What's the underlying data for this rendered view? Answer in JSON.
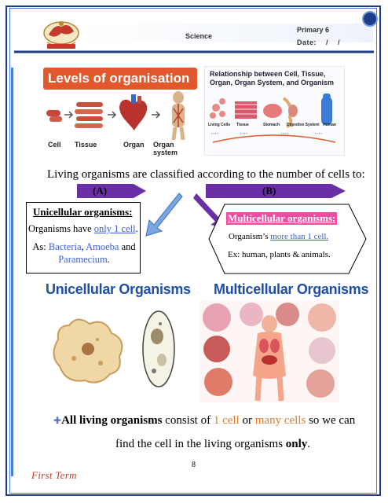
{
  "header": {
    "subject": "Science",
    "grade": "Primary 6",
    "date_label": "Date:",
    "date_sep1": "/",
    "date_sep2": "/"
  },
  "figure_left": {
    "title": "Levels of organisation",
    "labels": [
      "Cell",
      "Tissue",
      "Organ",
      "Organ system"
    ]
  },
  "figure_right": {
    "title": "Relationship between Cell, Tissue, Organ, Organ System, and Organism",
    "steps": [
      "Living Cells",
      "Tissue",
      "Stomach",
      "Digestive System",
      "Human"
    ]
  },
  "intro_text": "Living organisms are classified according to the number of cells to:",
  "arrows": {
    "a": "(A)",
    "b": "(B)"
  },
  "unicellular": {
    "title": "Unicellular organisms:",
    "line1_prefix": "Organisms have ",
    "line1_highlight": "only 1 cell",
    "line1_suffix": ".",
    "line2_prefix": "As: ",
    "ex1": "Bacteria",
    "sep": ", ",
    "ex2": "Amoeba",
    "and": " and",
    "ex3": "Paramecium",
    "end": "."
  },
  "multicellular": {
    "title": "Multicellular organisms:",
    "line1_prefix": "Organism’s ",
    "line1_highlight": "more than 1 cell.",
    "line2": "Ex: human, plants & animals."
  },
  "image_titles": {
    "uni": "Unicellular Organisms",
    "multi": "Multicellular Organisms"
  },
  "summary": {
    "bold_start": "All living organisms",
    "mid1": " consist of ",
    "red1": "1 cell",
    "mid2": " or ",
    "red2": "many cells",
    "mid3": " so we can",
    "line2_start": "find the cell in the living organisms ",
    "line2_bold": "only",
    "line2_end": "."
  },
  "page_number": "8",
  "footer": "First Term",
  "colors": {
    "border_blue": "#1f3c8a",
    "arrow_purple": "#6a2fa6",
    "highlight_pink": "#ea4ea3",
    "accent_blue": "#3b5fd6",
    "banner_orange": "#e2572b",
    "footer_red": "#c0392b"
  }
}
